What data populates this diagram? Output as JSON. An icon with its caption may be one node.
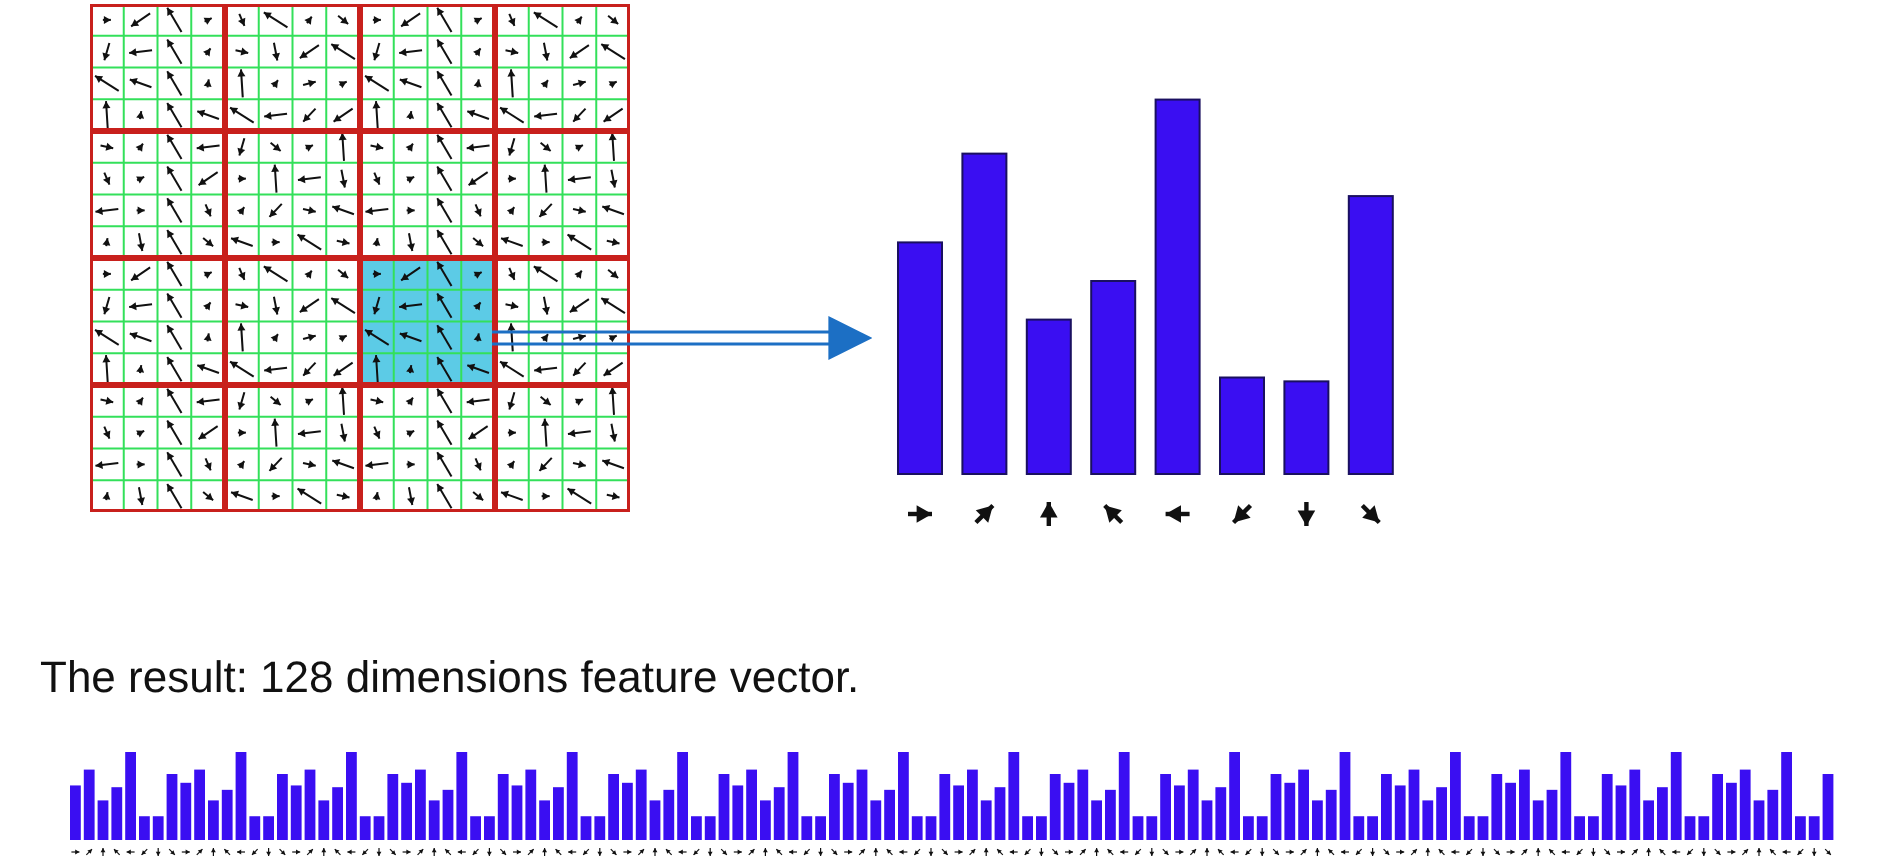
{
  "diagram": {
    "nodes": [
      {
        "text": [],
        "shape": "picture"
      },
      {
        "text": [],
        "shape": "box",
        "in": 0
      },
      {
        "text": [],
        "shape": "picture"
      }
    ],
    "edges": [
      {
        "from": 1,
        "to": 2,
        "arrow": "to"
      }
    ],
    "labels": [
      "The result: 128 dimensions feature vector."
    ]
  }
}
